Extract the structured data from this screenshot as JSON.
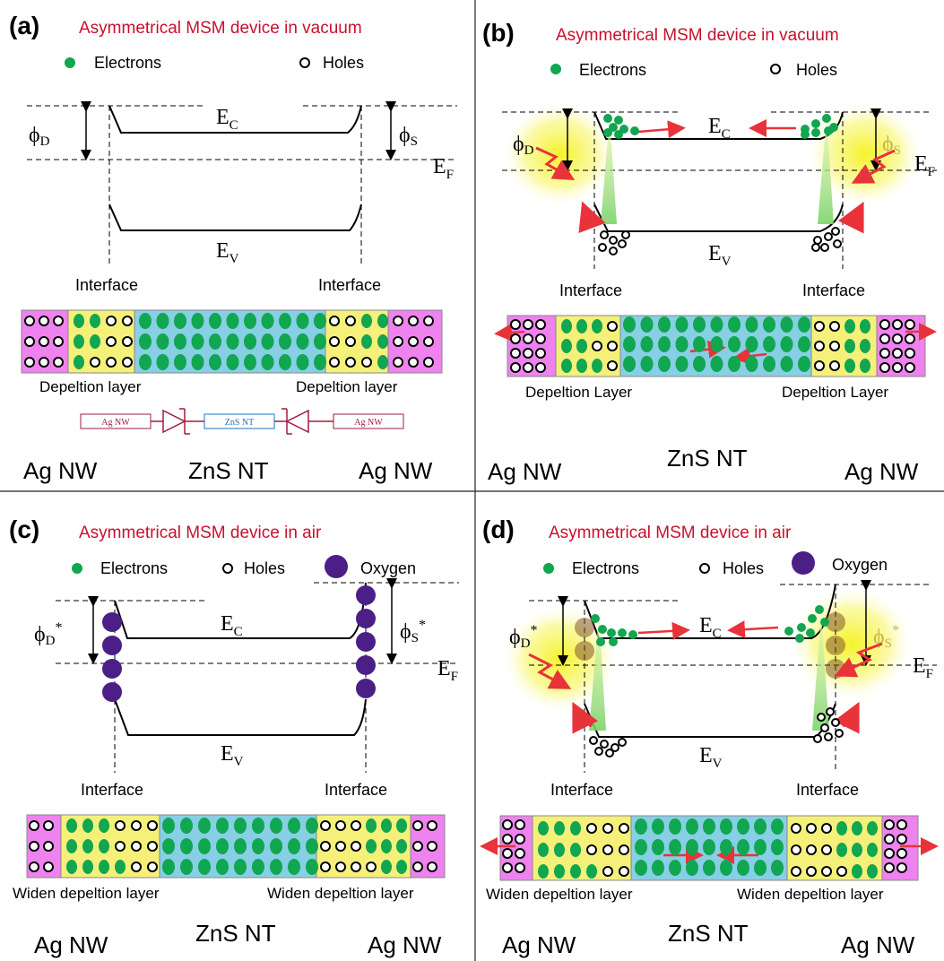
{
  "colors": {
    "title_red": "#c8102e",
    "electron_green": "#11a650",
    "hole_fill": "#ffffff",
    "oxygen_purple": "#4b1f86",
    "metal_pink": "#ee82ee",
    "depletion_yellow": "#f4f07a",
    "semiconductor_blue": "#87cfe5",
    "arrow_red": "#e8333a",
    "glow_yellow": "#f4f21c",
    "circuit_red": "#a01c3e",
    "circuit_blue": "#1b74c7"
  },
  "legend": {
    "electrons": "Electrons",
    "holes": "Holes",
    "oxygen": "Oxygen"
  },
  "labels": {
    "ec": "E",
    "ec_sub": "C",
    "ev": "E",
    "ev_sub": "V",
    "ef": "E",
    "ef_sub": "F",
    "phi": "ϕ",
    "phi_d_sub": "D",
    "phi_s_sub": "S",
    "star": "*",
    "interface": "Interface",
    "ag_nw": "Ag NW",
    "zns_nt": "ZnS NT"
  },
  "panels": {
    "a": {
      "letter": "(a)",
      "title": "Asymmetrical MSM device in vacuum",
      "depletion_left": "Depeltion layer",
      "depletion_right": "Depeltion layer"
    },
    "b": {
      "letter": "(b)",
      "title": "Asymmetrical MSM device in vacuum",
      "depletion_left": "Depeltion Layer",
      "depletion_right": "Depeltion Layer"
    },
    "c": {
      "letter": "(c)",
      "title": "Asymmetrical MSM device in air",
      "depletion_left": "Widen depeltion layer",
      "depletion_right": "Widen depeltion layer"
    },
    "d": {
      "letter": "(d)",
      "title": "Asymmetrical MSM device in air",
      "depletion_left": "Widen depeltion layer",
      "depletion_right": "Widen depeltion layer"
    }
  },
  "circuit": {
    "left_box": "Ag NW",
    "middle_box": "ZnS NT",
    "right_box": "Ag NW"
  }
}
